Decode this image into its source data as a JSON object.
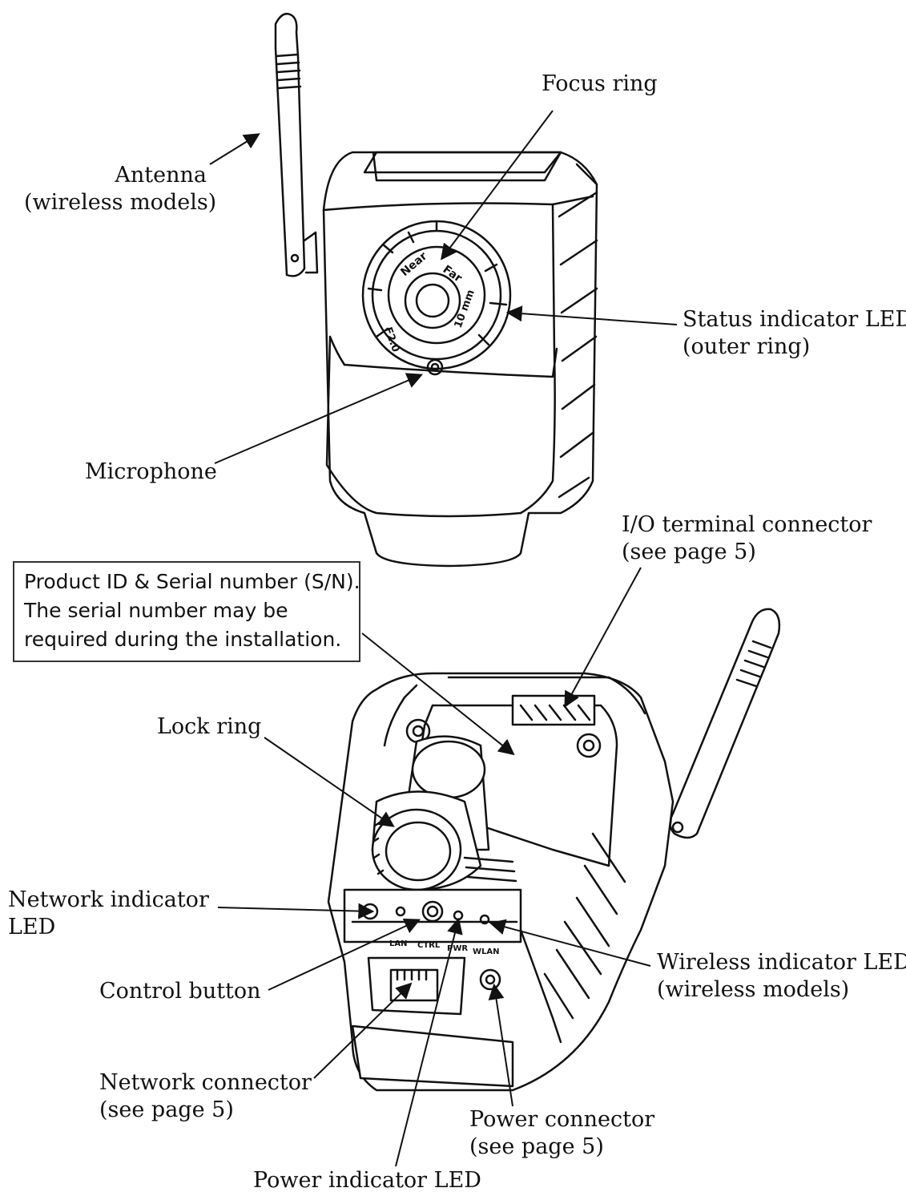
{
  "labels": {
    "focus_ring": "Focus ring",
    "antenna": [
      "Antenna",
      "(wireless models)"
    ],
    "status_led": [
      "Status indicator LED",
      "(outer ring)"
    ],
    "microphone": "Microphone",
    "io_terminal": [
      "I/O terminal connector",
      "(see page 5)"
    ],
    "lock_ring": "Lock ring",
    "network_led": [
      "Network indicator",
      "LED"
    ],
    "control_button": "Control button",
    "wireless_led": [
      "Wireless indicator LED",
      "(wireless models)"
    ],
    "network_connector": [
      "Network connector",
      "(see page 5)"
    ],
    "power_connector": [
      "Power connector",
      "(see page 5)"
    ],
    "power_led": "Power indicator LED"
  },
  "note": [
    "Product ID & Serial number (S/N).",
    "The serial number may be",
    "required during the installation."
  ],
  "lens_markings": {
    "near": "Near",
    "far": "Far",
    "focal": "10 mm",
    "aperture": "F2.0"
  },
  "port_labels": [
    "LAN",
    "CTRL",
    "PWR",
    "WLAN"
  ]
}
